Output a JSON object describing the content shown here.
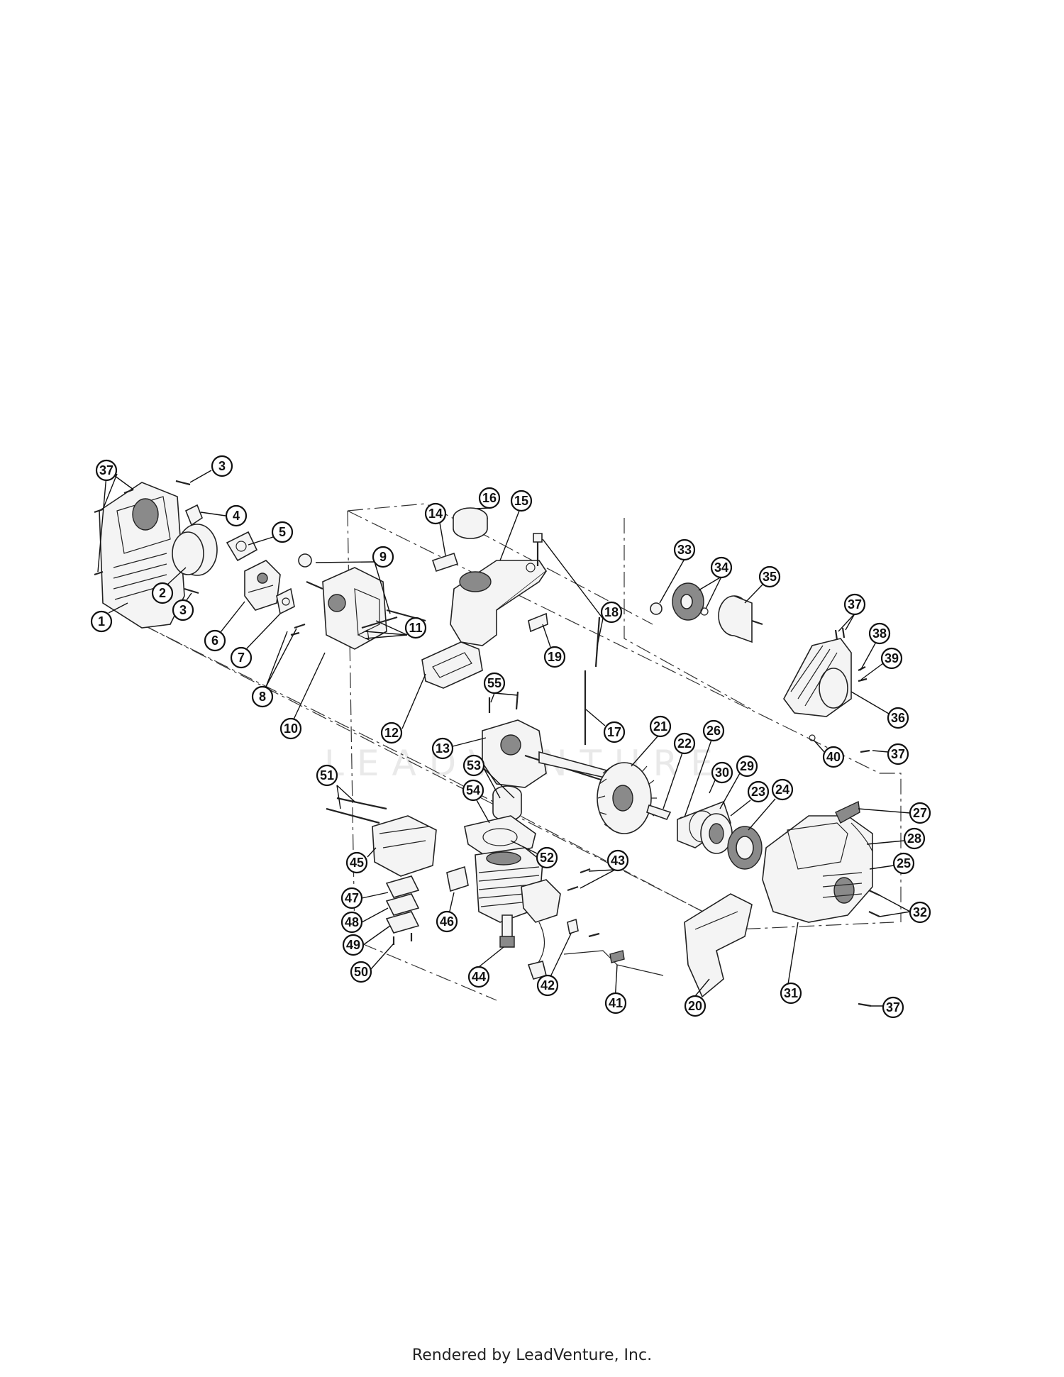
{
  "diagram": {
    "watermark": "LEADVENTURE",
    "callouts": [
      "37",
      "3",
      "4",
      "1",
      "2",
      "3",
      "5",
      "6",
      "7",
      "8",
      "9",
      "10",
      "11",
      "12",
      "14",
      "15",
      "16",
      "18",
      "13",
      "53",
      "55",
      "19",
      "17",
      "33",
      "34",
      "35",
      "37",
      "38",
      "39",
      "36",
      "40",
      "37",
      "21",
      "22",
      "26",
      "30",
      "29",
      "23",
      "24",
      "51",
      "45",
      "54",
      "52",
      "47",
      "48",
      "49",
      "50",
      "46",
      "44",
      "43",
      "42",
      "41",
      "20",
      "31",
      "27",
      "28",
      "25",
      "32",
      "37"
    ]
  },
  "footer": {
    "text": "Rendered by LeadVenture, Inc."
  }
}
